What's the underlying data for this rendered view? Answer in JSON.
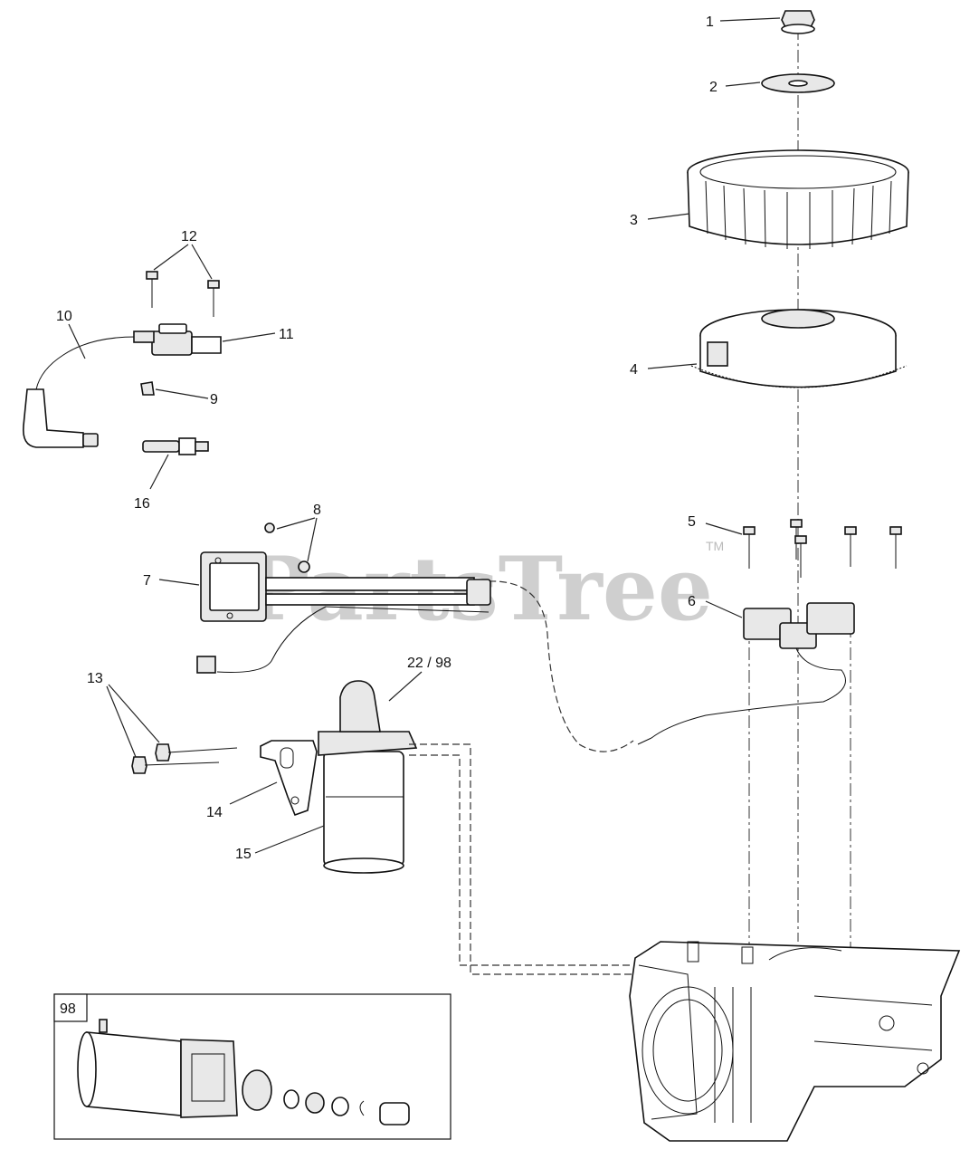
{
  "watermark": {
    "text": "PartsTree",
    "trademark": "TM"
  },
  "callouts": {
    "c1": "1",
    "c2": "2",
    "c3": "3",
    "c4": "4",
    "c5": "5",
    "c6": "6",
    "c7": "7",
    "c8": "8",
    "c9": "9",
    "c10": "10",
    "c11": "11",
    "c12": "12",
    "c13": "13",
    "c14": "14",
    "c15": "15",
    "c16": "16",
    "c22": "22 / 98"
  },
  "inset": {
    "label": "98"
  }
}
